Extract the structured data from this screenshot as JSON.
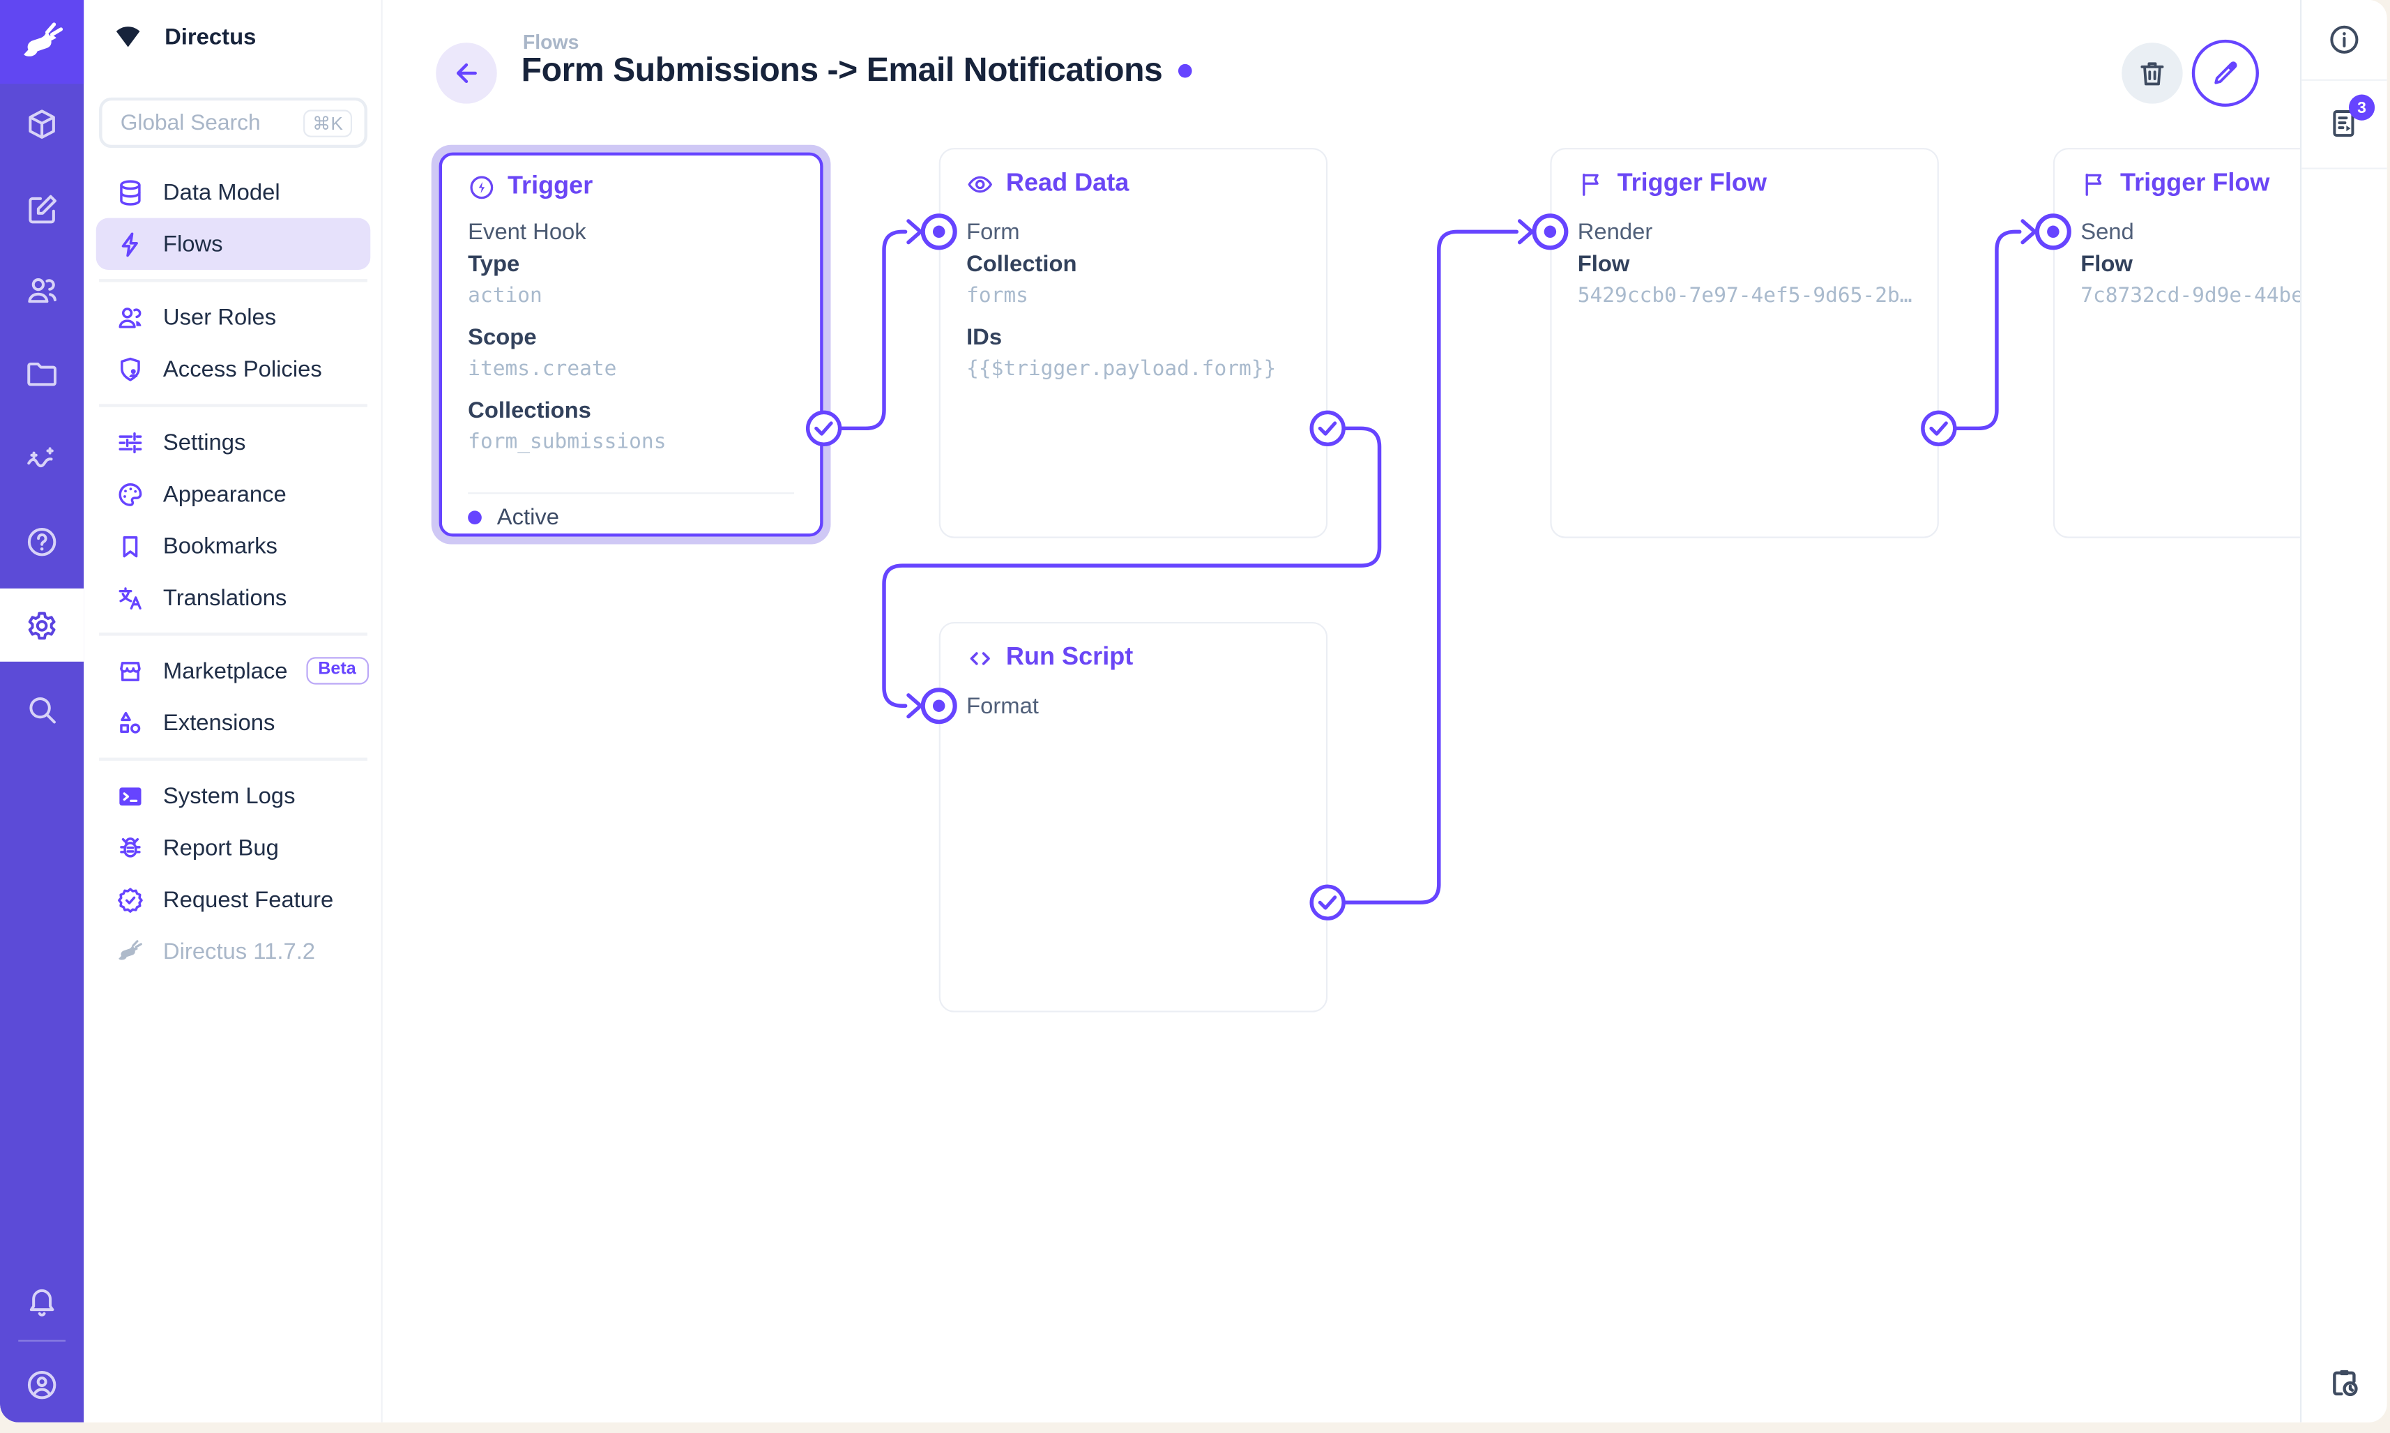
{
  "app": {
    "project_name": "Directus",
    "version": "Directus 11.7.2"
  },
  "colors": {
    "accent": "#6644FF",
    "module_bar": "#5C4BD7",
    "logo_tile": "#6147F2",
    "active_item_bg": "#E6E1FB",
    "trigger_glow": "#CFC8F5",
    "mono_value": "#A9BACD",
    "page_background": "#F7F2EA"
  },
  "sidebar": {
    "search": {
      "placeholder": "Global Search",
      "shortcut": "⌘K"
    },
    "groups": [
      {
        "items": [
          {
            "icon": "database-icon",
            "label": "Data Model"
          },
          {
            "icon": "bolt-icon",
            "label": "Flows",
            "active": true
          }
        ]
      },
      {
        "items": [
          {
            "icon": "users-icon",
            "label": "User Roles"
          },
          {
            "icon": "shield-user-icon",
            "label": "Access Policies"
          }
        ]
      },
      {
        "items": [
          {
            "icon": "sliders-icon",
            "label": "Settings"
          },
          {
            "icon": "palette-icon",
            "label": "Appearance"
          },
          {
            "icon": "bookmark-icon",
            "label": "Bookmarks"
          },
          {
            "icon": "translate-icon",
            "label": "Translations"
          }
        ]
      },
      {
        "items": [
          {
            "icon": "storefront-icon",
            "label": "Marketplace",
            "badge": "Beta"
          },
          {
            "icon": "shapes-icon",
            "label": "Extensions"
          }
        ]
      },
      {
        "items": [
          {
            "icon": "terminal-icon",
            "label": "System Logs"
          },
          {
            "icon": "bug-icon",
            "label": "Report Bug"
          },
          {
            "icon": "badge-check-icon",
            "label": "Request Feature"
          }
        ]
      }
    ]
  },
  "header": {
    "breadcrumb": "Flows",
    "title": "Form Submissions -> Email Notifications"
  },
  "right_panel": {
    "notifications_count": "3"
  },
  "flow": {
    "nodes": {
      "trigger": {
        "title": "Trigger",
        "subtitle": "Event Hook",
        "fields": [
          {
            "label": "Type",
            "value": "action"
          },
          {
            "label": "Scope",
            "value": "items.create"
          },
          {
            "label": "Collections",
            "value": "form_submissions"
          }
        ],
        "status": "Active"
      },
      "read_data": {
        "title": "Read Data",
        "input": "Form",
        "fields": [
          {
            "label": "Collection",
            "value": "forms"
          },
          {
            "label": "IDs",
            "value": "{{$trigger.payload.form}}"
          }
        ]
      },
      "run_script": {
        "title": "Run Script",
        "input": "Format"
      },
      "trigger_flow_render": {
        "title": "Trigger Flow",
        "input": "Render",
        "fields": [
          {
            "label": "Flow",
            "value": "5429ccb0-7e97-4ef5-9d65-2b…"
          }
        ]
      },
      "trigger_flow_send": {
        "title": "Trigger Flow",
        "input": "Send",
        "fields": [
          {
            "label": "Flow",
            "value": "7c8732cd-9d9e-44be"
          }
        ]
      }
    }
  }
}
